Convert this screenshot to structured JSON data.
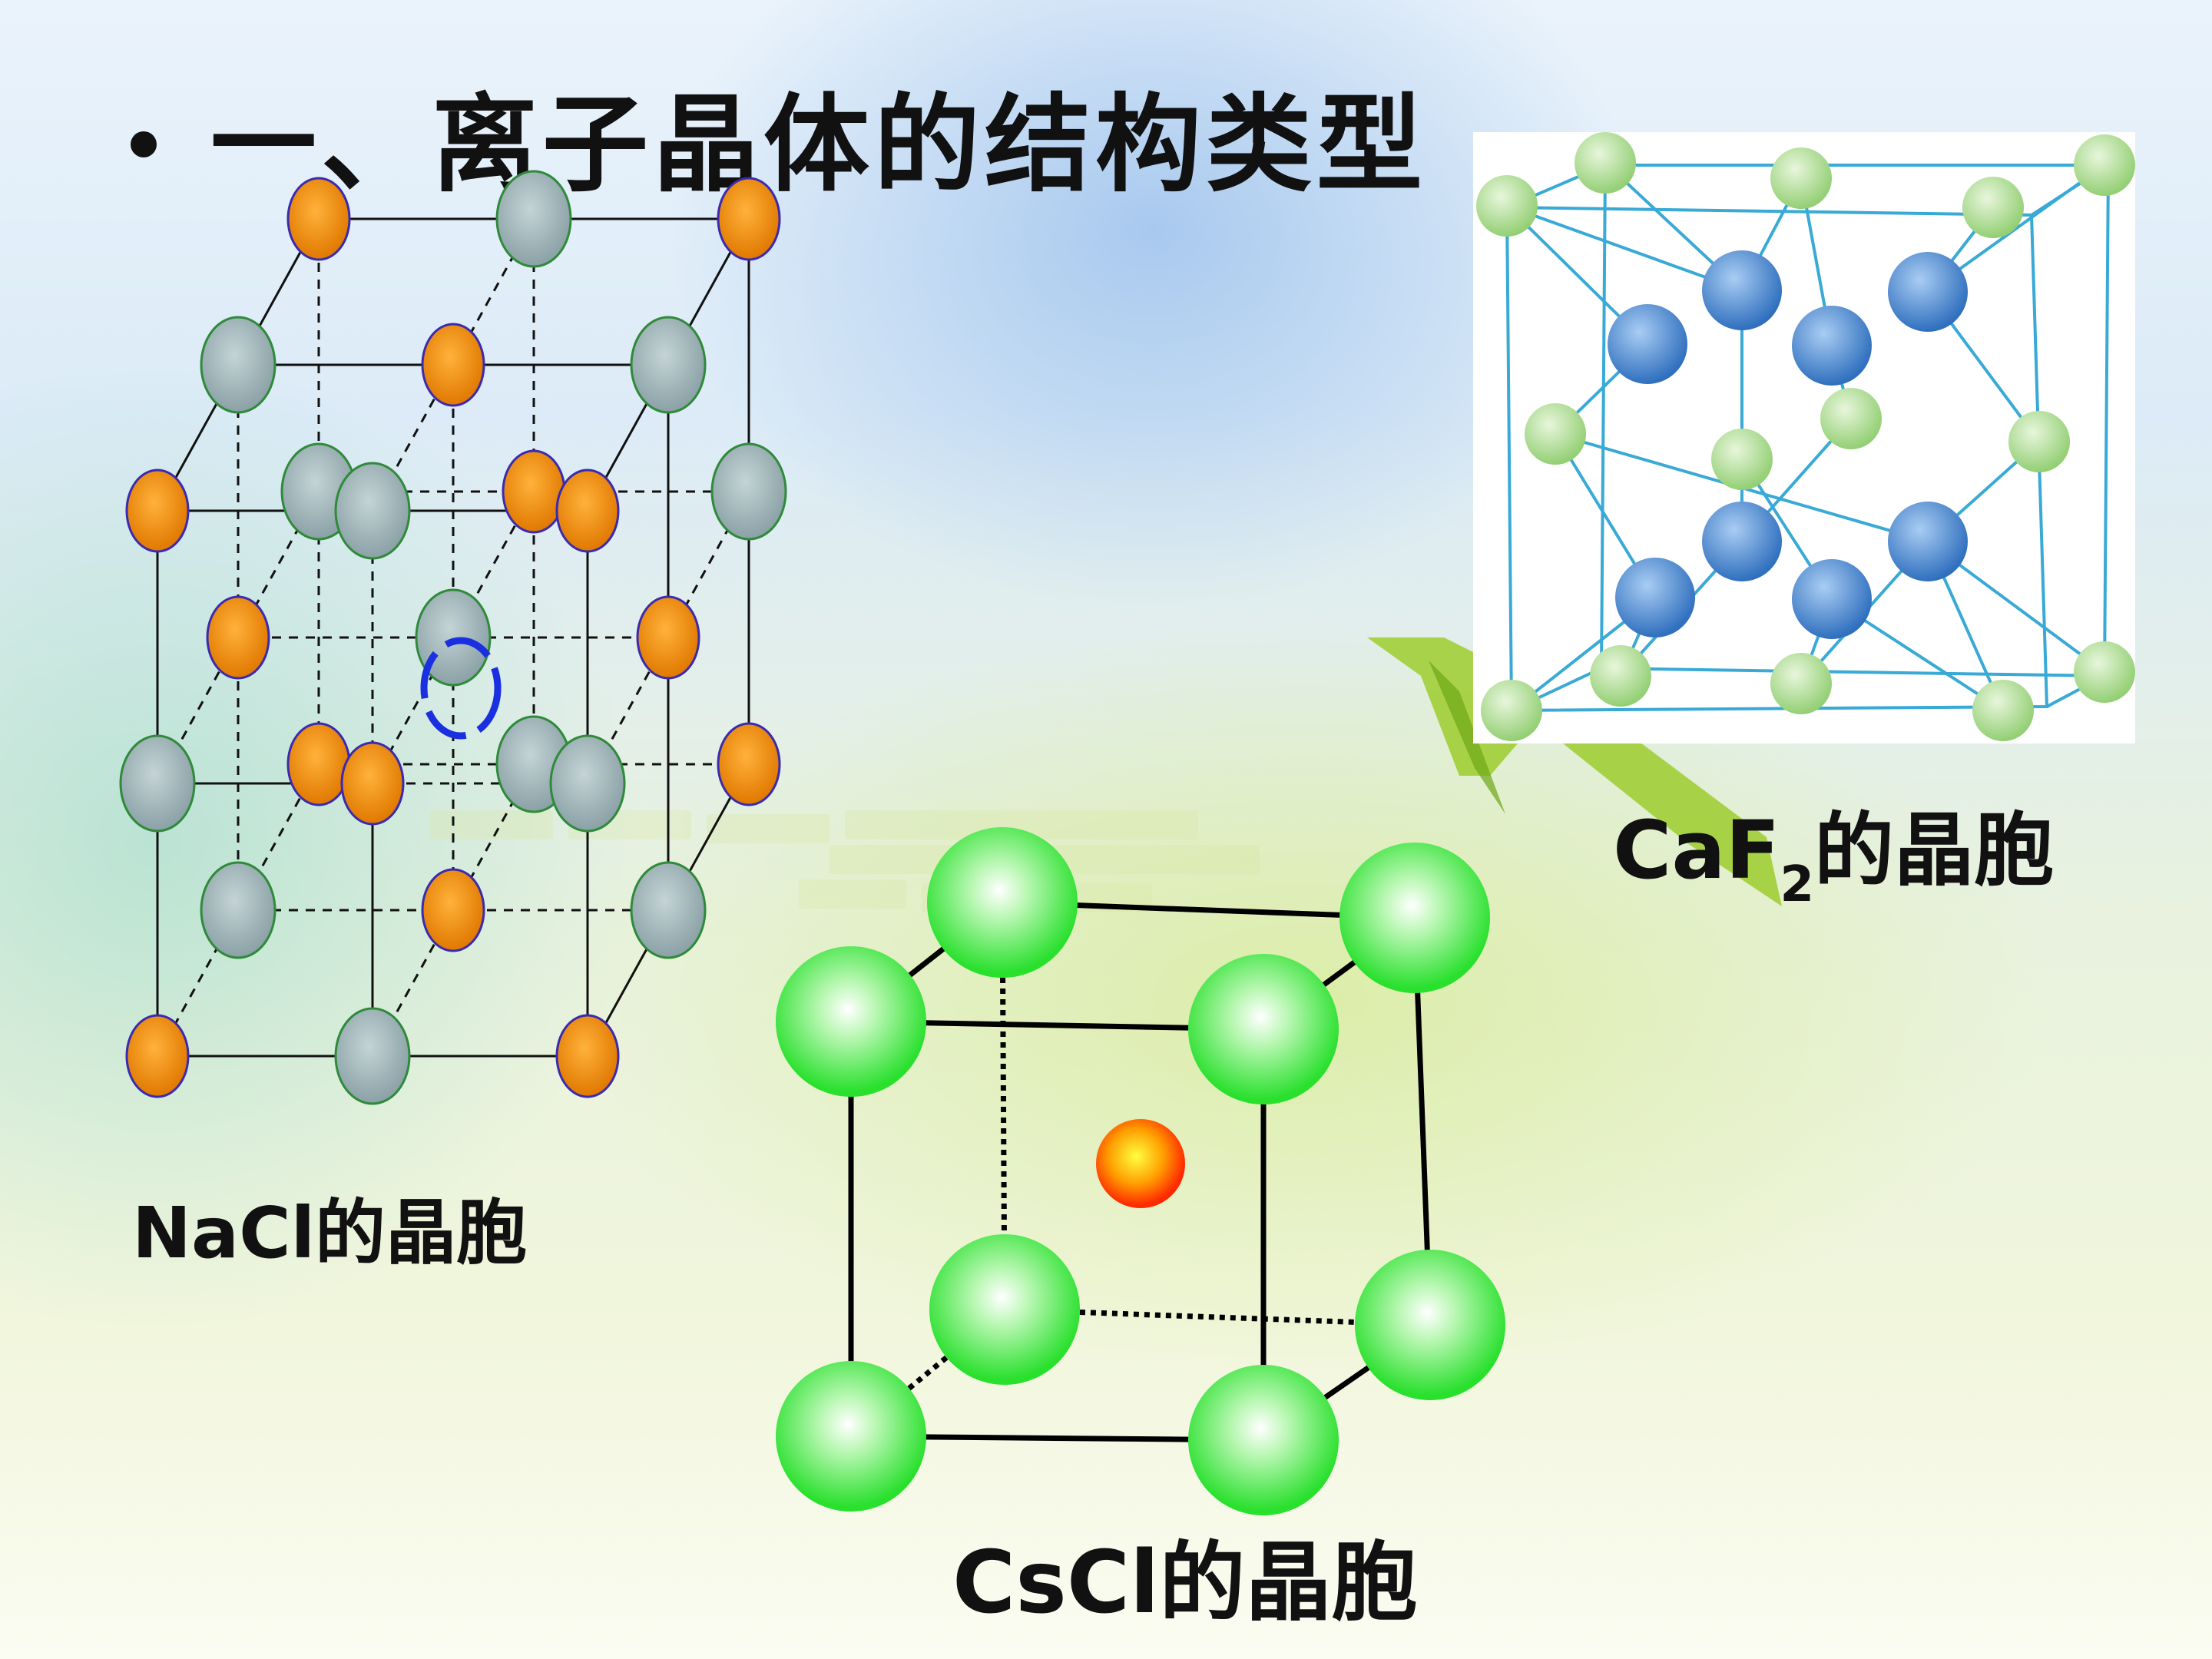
{
  "title": "一、离子晶体的结构类型",
  "captions": {
    "nacl": "NaCl的晶胞",
    "cscl": "CsCl的晶胞",
    "caf2_main": "CaF",
    "caf2_sub": "2",
    "caf2_tail": "的晶胞"
  },
  "colors": {
    "na_ion": "#ee8a00",
    "cl_ion": "#94aaae",
    "cs_cl_corner": "#3ee83e",
    "cs_center": "#ff3a00",
    "ca_ion": "#a8d88a",
    "f_ion": "#4a8ed8",
    "caf2_lines": "#39a9d6",
    "highlight_ring": "#1a2fe0"
  }
}
